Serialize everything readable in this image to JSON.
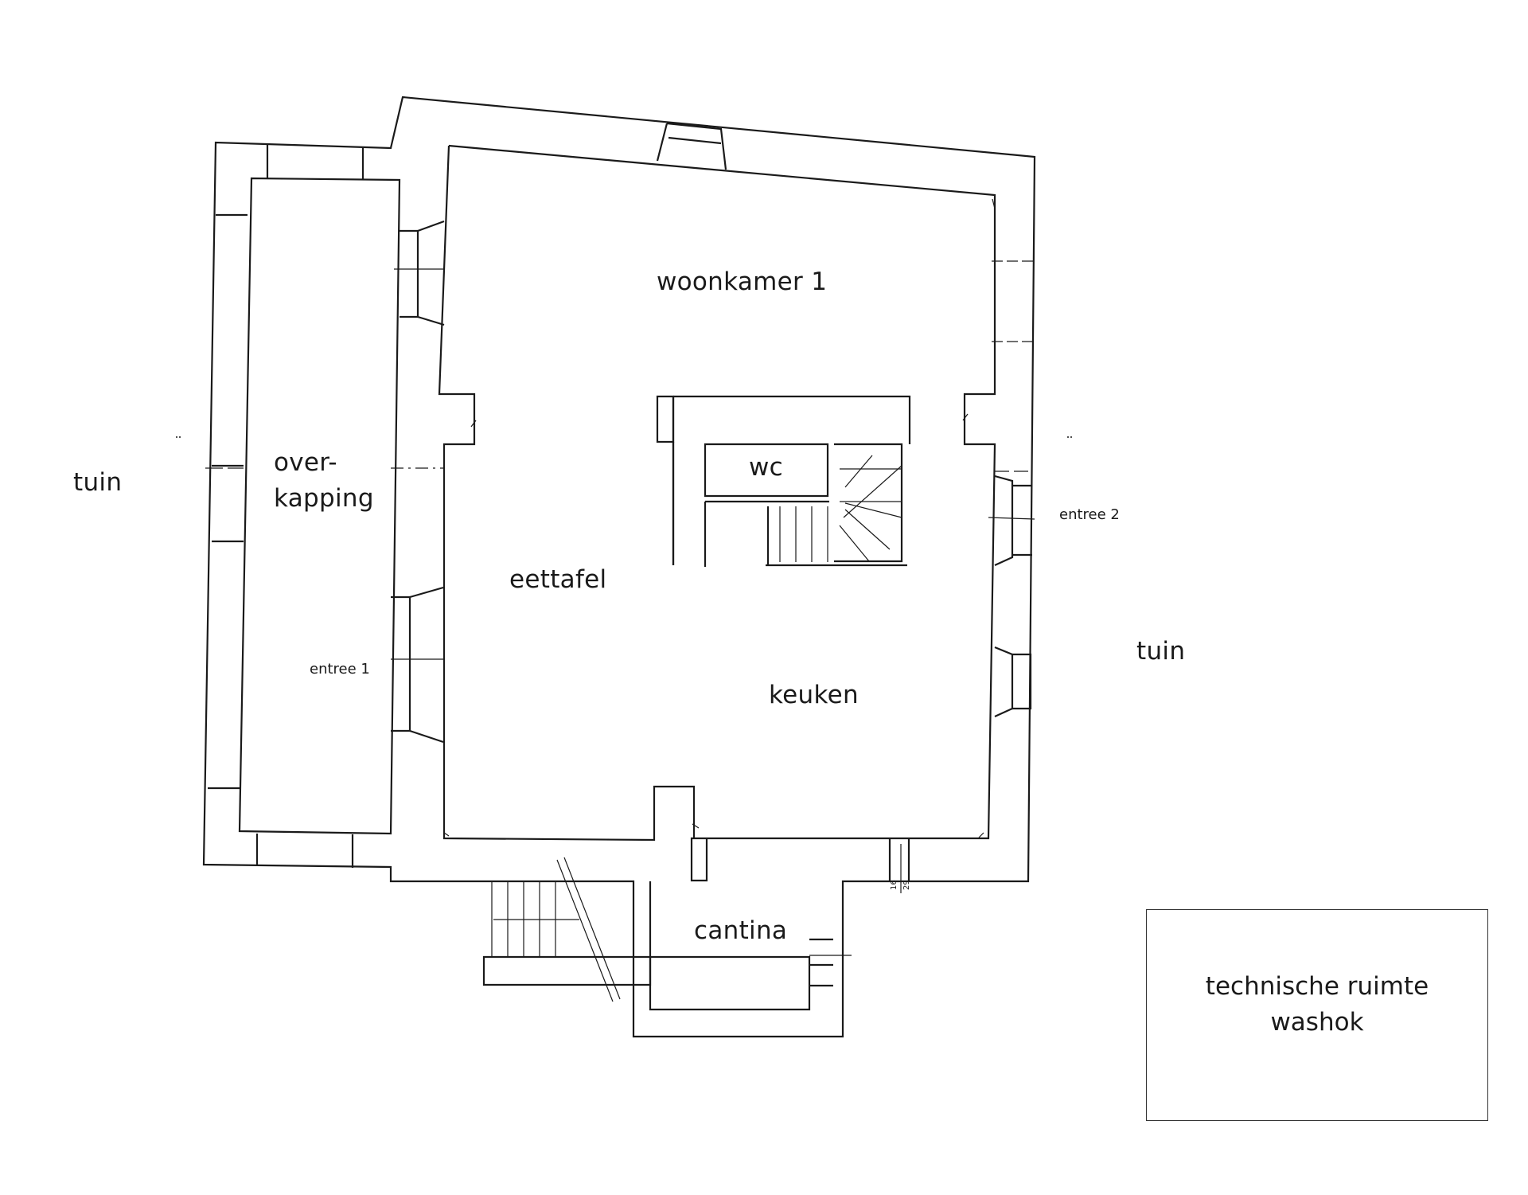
{
  "rooms": {
    "woonkamer": "woonkamer 1",
    "overkapping_line1": "over-",
    "overkapping_line2": "kapping",
    "wc": "wc",
    "eettafel": "eettafel",
    "keuken": "keuken",
    "cantina": "cantina",
    "technische_line1": "technische ruimte",
    "technische_line2": "washok"
  },
  "outside": {
    "tuin_left": "tuin",
    "tuin_right": "tuin"
  },
  "entrances": {
    "entree1": "entree 1",
    "entree2": "entree 2"
  },
  "dimensions": {
    "dim_a": "16",
    "dim_b": "29"
  },
  "colors": {
    "line": "#1a1a1a",
    "background": "#ffffff"
  }
}
